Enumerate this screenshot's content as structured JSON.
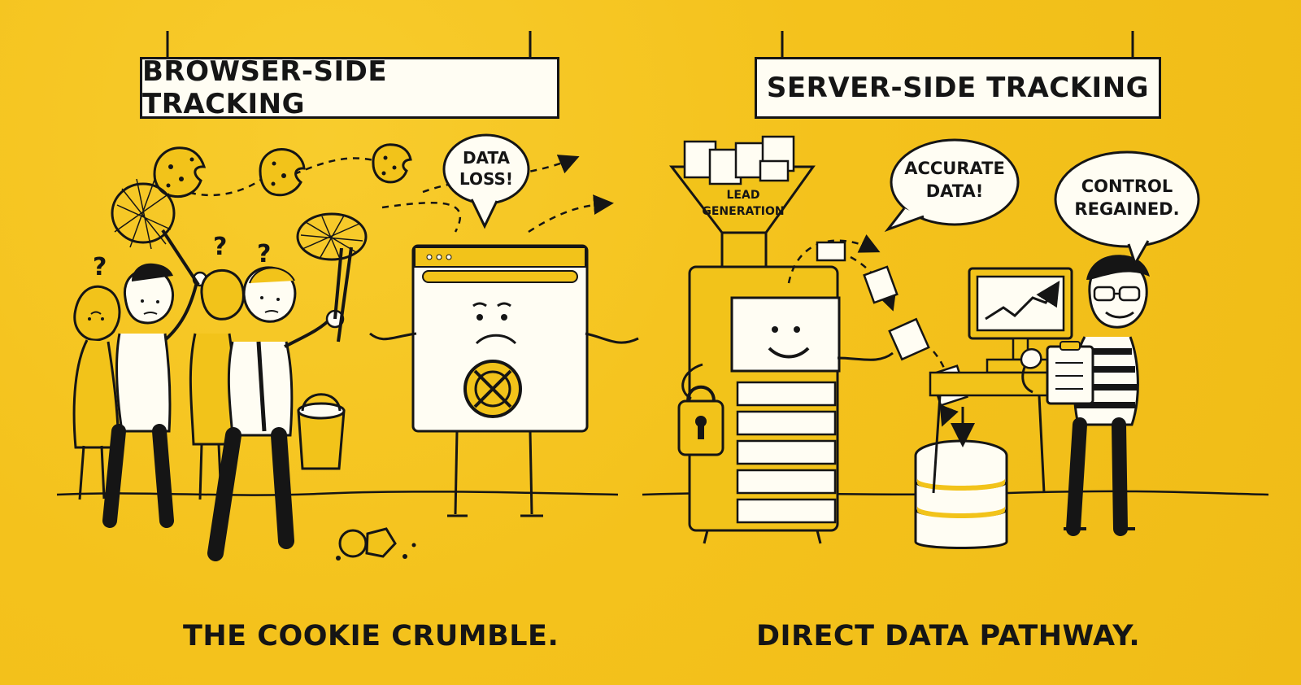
{
  "left_panel": {
    "title": "BROWSER-SIDE TRACKING",
    "bubble": {
      "line1": "DATA",
      "line2": "LOSS!"
    },
    "caption": "THE COOKIE CRUMBLE.",
    "question_mark": "?"
  },
  "right_panel": {
    "title": "SERVER-SIDE TRACKING",
    "funnel_label_1": "LEAD",
    "funnel_label_2": "GENERATION",
    "bubble_1": {
      "line1": "ACCURATE",
      "line2": "DATA!"
    },
    "bubble_2": {
      "line1": "CONTROL",
      "line2": "REGAINED."
    },
    "caption": "DIRECT DATA PATHWAY."
  },
  "colors": {
    "background": "#f4c21c",
    "ink": "#151515",
    "paper": "#fffdf3",
    "accent": "#f2c31a"
  },
  "icons": {
    "left_symbol": "no-cookie-icon",
    "right_symbol": "lock-icon"
  }
}
